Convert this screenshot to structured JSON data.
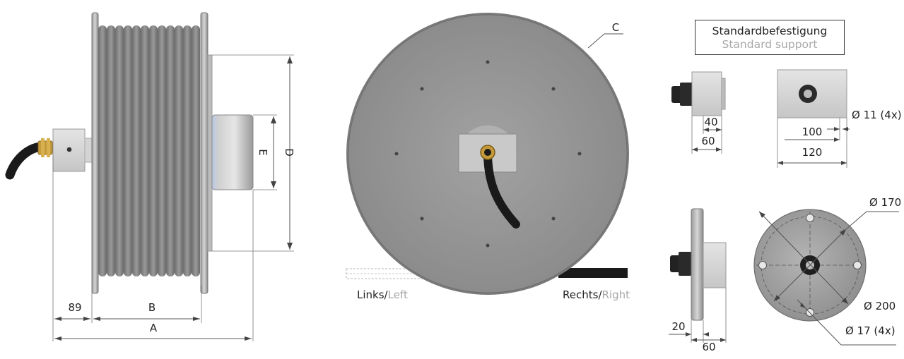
{
  "side_view": {
    "dim_a": "A",
    "dim_b": "B",
    "dim_offset": "89",
    "dim_d": "D",
    "dim_e": "E"
  },
  "front_view": {
    "dim_c": "C",
    "left_label_de": "Links",
    "left_label_en": "Left",
    "right_label_de": "Rechts",
    "right_label_en": "Right",
    "separator": "/"
  },
  "support": {
    "title_de": "Standardbefestigung",
    "title_en": "Standard support",
    "top_side_width": "40",
    "top_side_base": "60",
    "top_front_hole_spacing": "100",
    "top_front_width": "120",
    "top_front_holes": "Ø 11 (4x)",
    "flange_thickness": "20",
    "flange_base": "60",
    "flange_pcd": "Ø 170",
    "flange_diameter": "Ø 200",
    "flange_holes": "Ø 17 (4x)"
  },
  "colors": {
    "reel_gray": "#8d8d8d",
    "hose_dark": "#1a1a1a",
    "brass": "#c49a3a",
    "hub_blue": "#c9d8f0"
  }
}
